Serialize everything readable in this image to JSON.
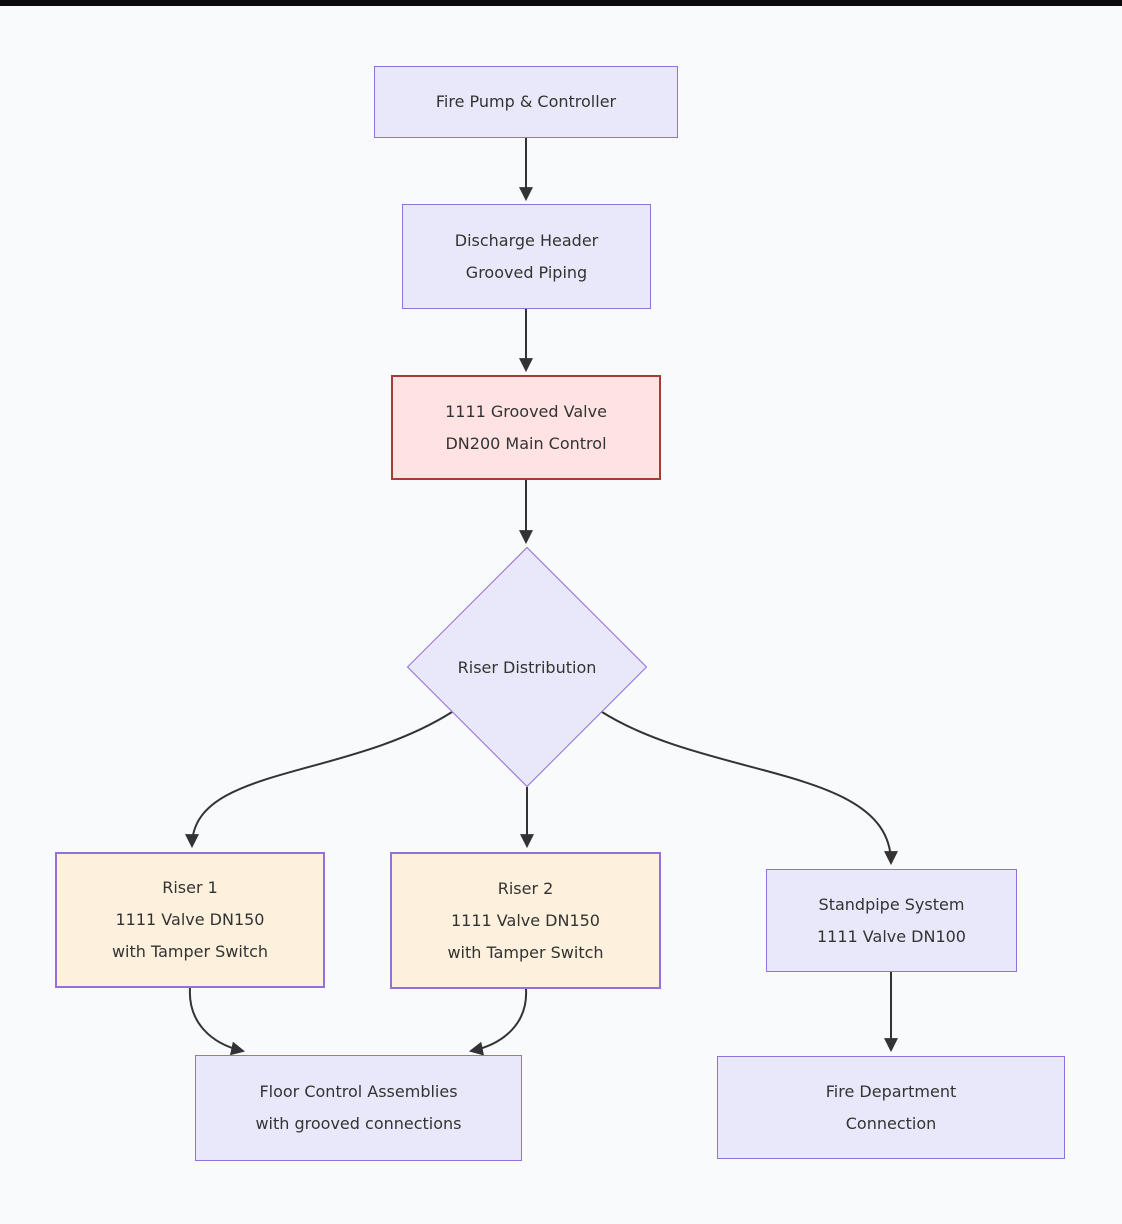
{
  "page": {
    "background": "#f8fafc",
    "top_bar_color": "#0c0c0e"
  },
  "palette": {
    "lavender_fill": "#e8e8fa",
    "purple_border": "#9370db",
    "red_fill": "#ffe3e3",
    "red_border": "#aa3a3a",
    "cream_fill": "#fdf0dc",
    "edge_color": "#333333",
    "text_color": "#333333"
  },
  "flowchart": {
    "type": "flowchart",
    "direction": "top-to-bottom",
    "nodes": {
      "fire_pump": {
        "shape": "rect",
        "style": "lavender",
        "lines": [
          "Fire Pump & Controller"
        ]
      },
      "discharge_header": {
        "shape": "rect",
        "style": "lavender",
        "lines": [
          "Discharge Header",
          "Grooved Piping"
        ]
      },
      "main_valve": {
        "shape": "rect",
        "style": "red",
        "lines": [
          "1111 Grooved Valve",
          "DN200 Main Control"
        ]
      },
      "riser_distribution": {
        "shape": "diamond",
        "style": "lavender",
        "lines": [
          "Riser Distribution"
        ]
      },
      "riser_1": {
        "shape": "rect",
        "style": "cream",
        "lines": [
          "Riser 1",
          "1111 Valve DN150",
          "with Tamper Switch"
        ]
      },
      "riser_2": {
        "shape": "rect",
        "style": "cream",
        "lines": [
          "Riser 2",
          "1111 Valve DN150",
          "with Tamper Switch"
        ]
      },
      "standpipe": {
        "shape": "rect",
        "style": "lavender",
        "lines": [
          "Standpipe System",
          "1111 Valve DN100"
        ]
      },
      "floor_control": {
        "shape": "rect",
        "style": "lavender",
        "lines": [
          "Floor Control Assemblies",
          "with grooved connections"
        ]
      },
      "fire_department_connection": {
        "shape": "rect",
        "style": "lavender",
        "lines": [
          "Fire Department",
          "Connection"
        ]
      }
    },
    "edges": [
      {
        "from": "fire_pump",
        "to": "discharge_header"
      },
      {
        "from": "discharge_header",
        "to": "main_valve"
      },
      {
        "from": "main_valve",
        "to": "riser_distribution"
      },
      {
        "from": "riser_distribution",
        "to": "riser_1"
      },
      {
        "from": "riser_distribution",
        "to": "riser_2"
      },
      {
        "from": "riser_distribution",
        "to": "standpipe"
      },
      {
        "from": "riser_1",
        "to": "floor_control"
      },
      {
        "from": "riser_2",
        "to": "floor_control"
      },
      {
        "from": "standpipe",
        "to": "fire_department_connection"
      }
    ]
  }
}
